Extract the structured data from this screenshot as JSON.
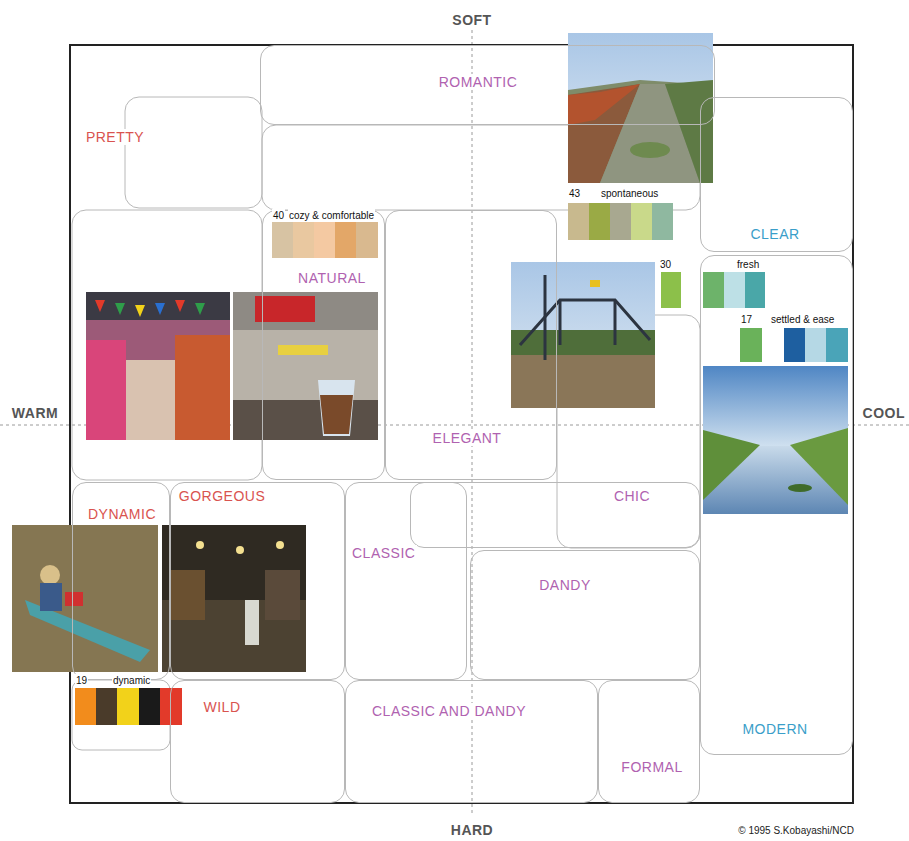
{
  "diagram": {
    "nodes": [
      {
        "text": [
          "ROMANTIC"
        ]
      },
      {
        "text": [
          "PRETTY"
        ]
      },
      {
        "text": [
          "NATURAL"
        ]
      },
      {
        "text": [
          "CLEAR"
        ]
      },
      {
        "text": [
          "ELEGANT"
        ]
      },
      {
        "text": [
          "CHIC"
        ]
      },
      {
        "text": [
          "DYNAMIC"
        ]
      },
      {
        "text": [
          "GORGEOUS"
        ]
      },
      {
        "text": [
          "CLASSIC"
        ]
      },
      {
        "text": [
          "DANDY"
        ]
      },
      {
        "text": [
          "WILD"
        ]
      },
      {
        "text": [
          "CLASSIC AND DANDY"
        ]
      },
      {
        "text": [
          "FORMAL"
        ]
      },
      {
        "text": [
          "MODERN"
        ]
      }
    ],
    "labels": [
      "SOFT",
      "HARD",
      "WARM",
      "COOL",
      "40",
      "cozy & comfortable",
      "43",
      "spontaneous",
      "30",
      "fresh",
      "17",
      "settled & ease",
      "19",
      "dynamic",
      "© 1995 S.Kobayashi/NCD"
    ]
  }
}
